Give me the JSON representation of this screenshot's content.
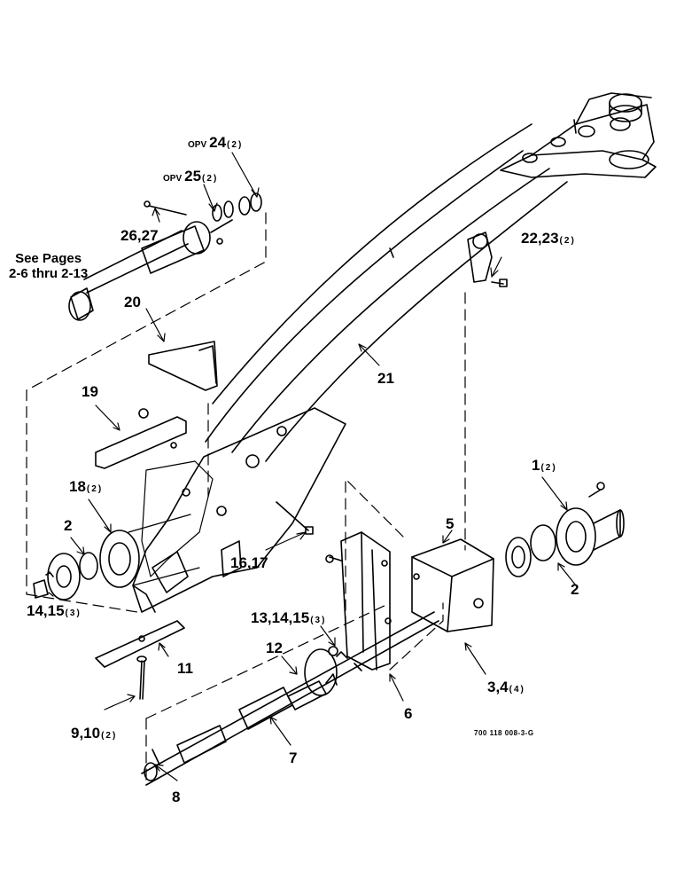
{
  "callouts": [
    {
      "id": "c24",
      "prefix": "OPV",
      "num": "24",
      "qty": "(2)"
    },
    {
      "id": "c25",
      "prefix": "OPV",
      "num": "25",
      "qty": "(2)"
    },
    {
      "id": "c2627",
      "prefix": "",
      "num": "26,27",
      "qty": ""
    },
    {
      "id": "c2223",
      "prefix": "",
      "num": "22,23",
      "qty": "(2)"
    },
    {
      "id": "c20",
      "prefix": "",
      "num": "20",
      "qty": ""
    },
    {
      "id": "c21",
      "prefix": "",
      "num": "21",
      "qty": ""
    },
    {
      "id": "c19",
      "prefix": "",
      "num": "19",
      "qty": ""
    },
    {
      "id": "c18",
      "prefix": "",
      "num": "18",
      "qty": "(2)"
    },
    {
      "id": "c2l",
      "prefix": "",
      "num": "2",
      "qty": ""
    },
    {
      "id": "c1",
      "prefix": "",
      "num": "1",
      "qty": "(2)"
    },
    {
      "id": "c5",
      "prefix": "",
      "num": "5",
      "qty": ""
    },
    {
      "id": "c2r",
      "prefix": "",
      "num": "2",
      "qty": ""
    },
    {
      "id": "c1617",
      "prefix": "",
      "num": "16,17",
      "qty": ""
    },
    {
      "id": "c1415",
      "prefix": "",
      "num": "14,15",
      "qty": "(3)"
    },
    {
      "id": "c131415",
      "prefix": "",
      "num": "13,14,15",
      "qty": "(3)"
    },
    {
      "id": "c12",
      "prefix": "",
      "num": "12",
      "qty": ""
    },
    {
      "id": "c11",
      "prefix": "",
      "num": "11",
      "qty": ""
    },
    {
      "id": "c34",
      "prefix": "",
      "num": "3,4",
      "qty": "(4)"
    },
    {
      "id": "c6",
      "prefix": "",
      "num": "6",
      "qty": ""
    },
    {
      "id": "c910",
      "prefix": "",
      "num": "9,10",
      "qty": "(2)"
    },
    {
      "id": "c7",
      "prefix": "",
      "num": "7",
      "qty": ""
    },
    {
      "id": "c8",
      "prefix": "",
      "num": "8",
      "qty": ""
    }
  ],
  "note": {
    "line1": "See Pages",
    "line2": "2-6 thru 2-13"
  },
  "drawing_number": "700 118 008-3-G"
}
